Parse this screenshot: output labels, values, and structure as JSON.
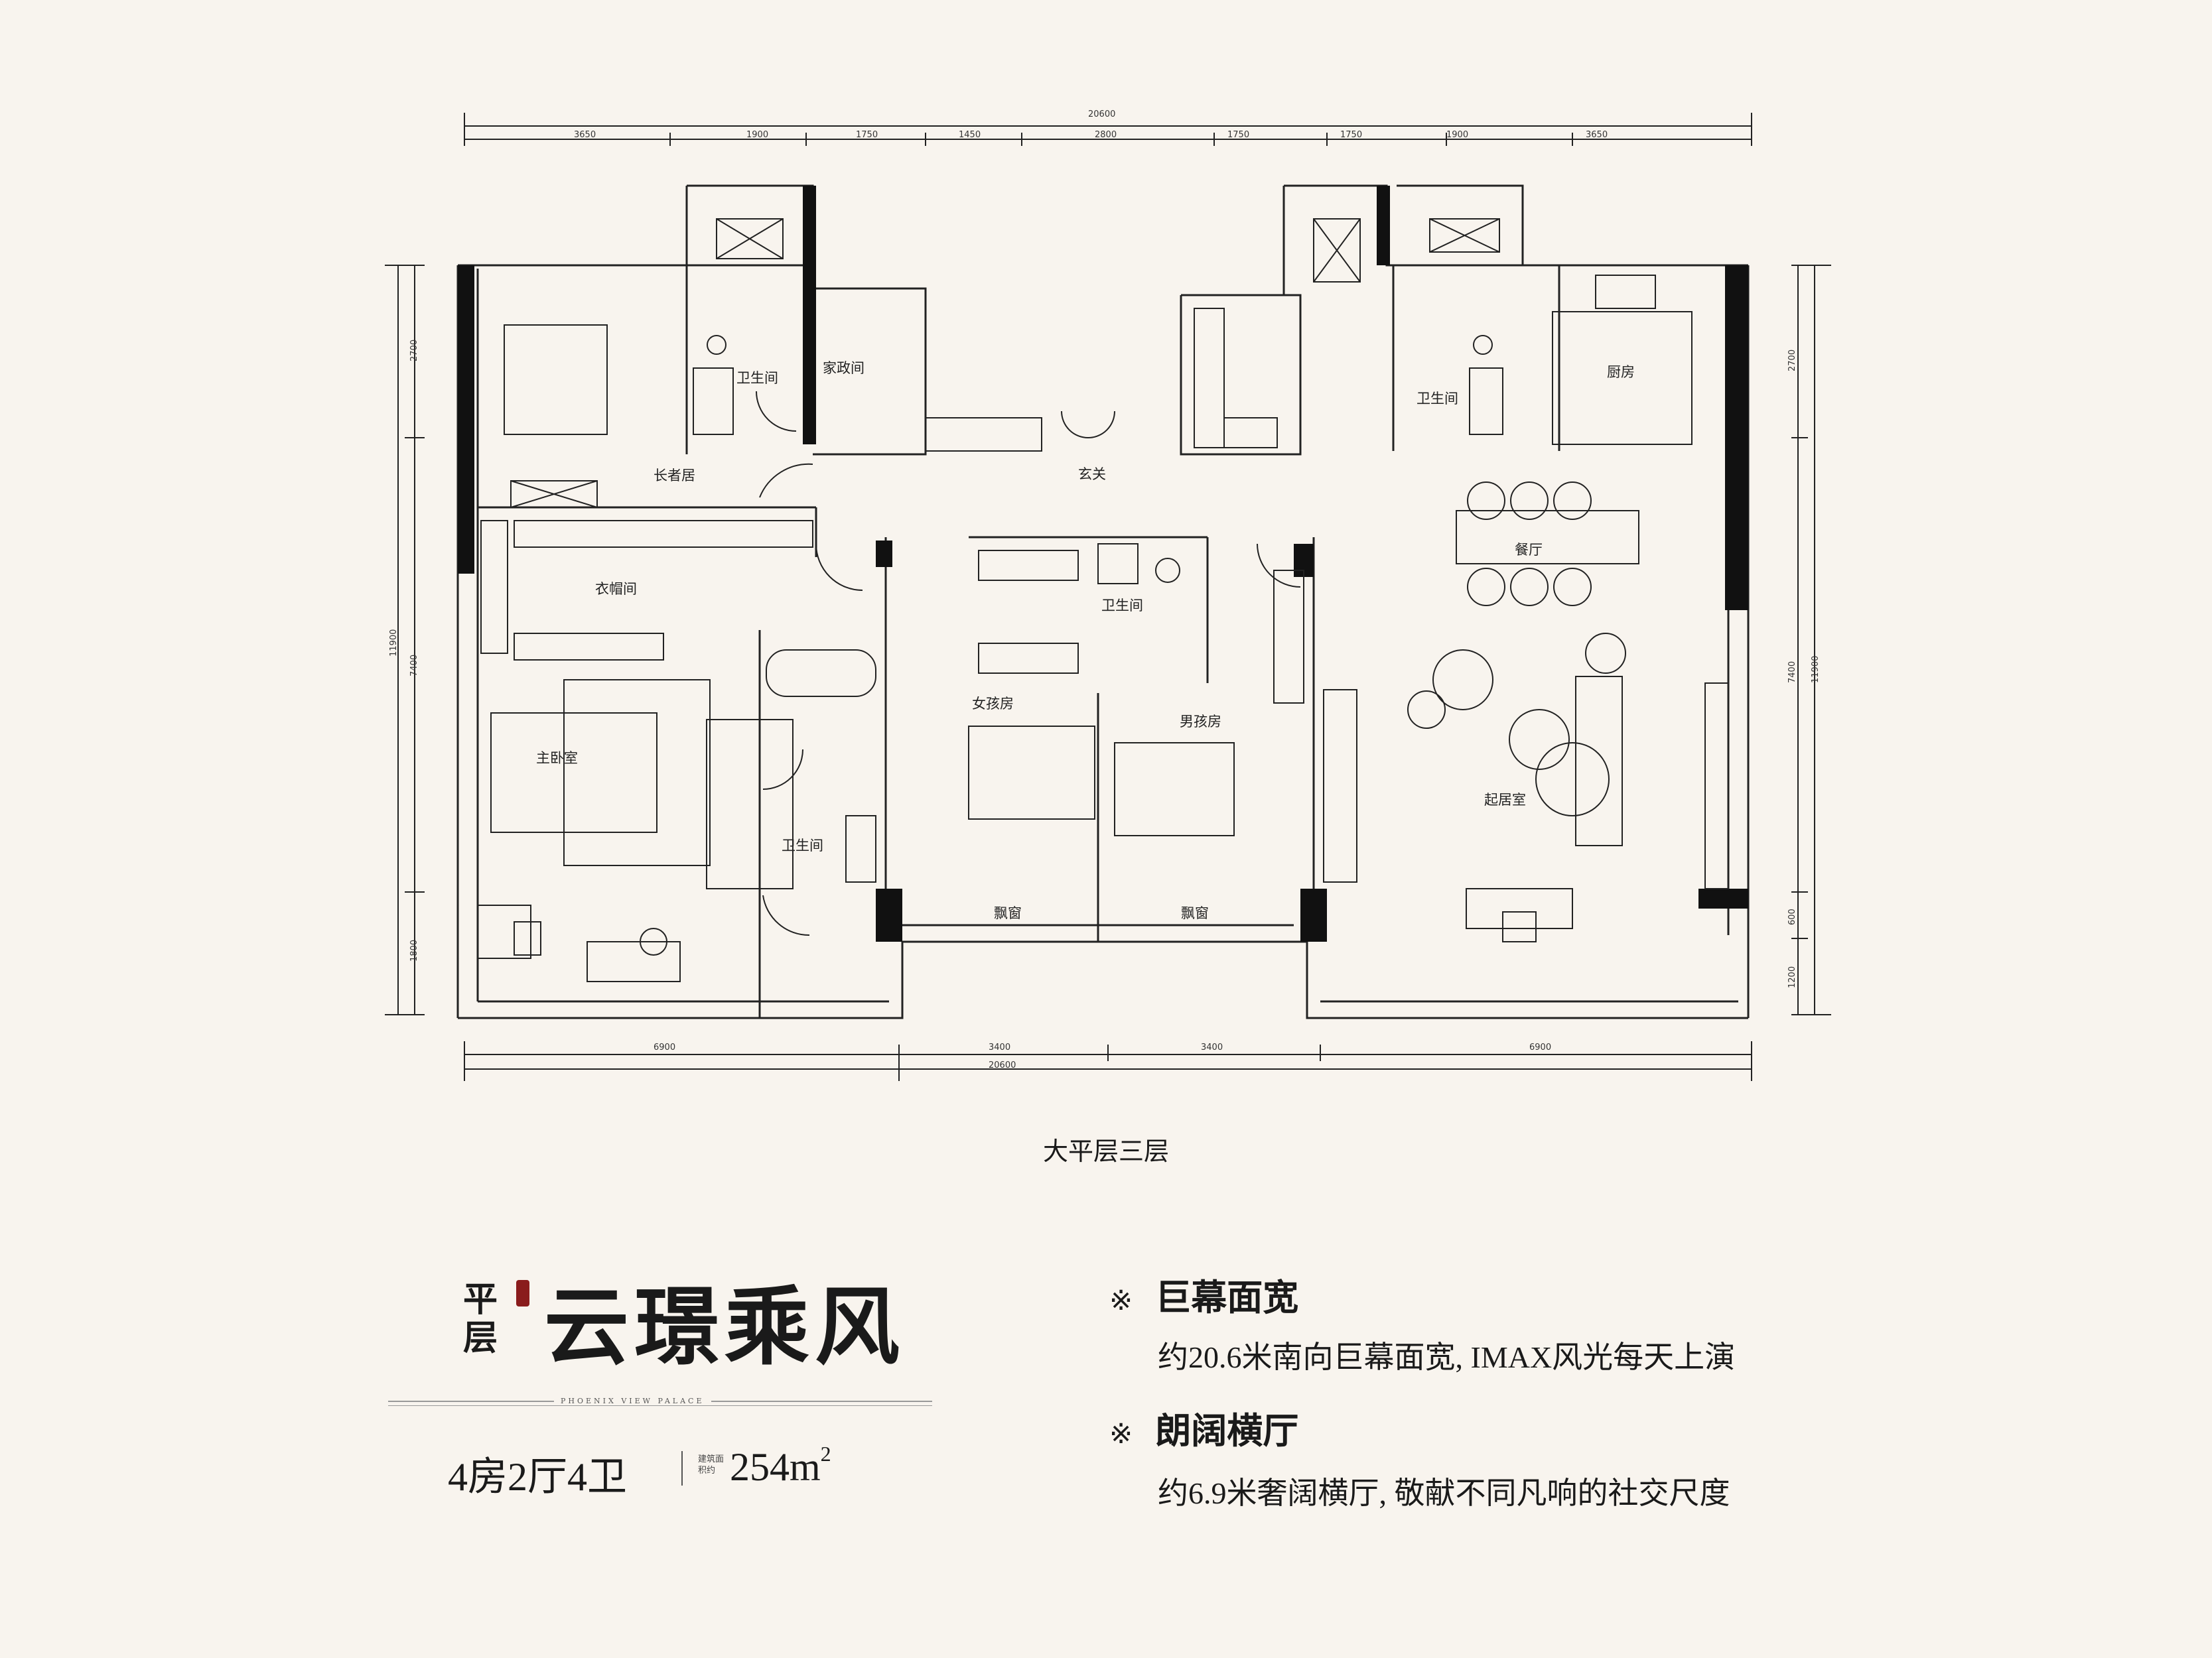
{
  "plan": {
    "caption": "大平层三层",
    "rooms": {
      "elder_bath": "卫生间",
      "housekeeping": "家政间",
      "elder_room": "长者居",
      "foyer": "玄关",
      "right_bath": "卫生间",
      "kitchen": "厨房",
      "dining": "餐厅",
      "closet": "衣帽间",
      "middle_bath": "卫生间",
      "girl_room": "女孩房",
      "boy_room": "男孩房",
      "master_bedroom": "主卧室",
      "master_bath": "卫生间",
      "living_room": "起居室",
      "bay_window_1": "飘窗",
      "bay_window_2": "飘窗"
    },
    "dims": {
      "top_total": "20600",
      "top_segments": [
        "3650",
        "1900",
        "1750",
        "1450",
        "2800",
        "1750",
        "1750",
        "1900",
        "3650"
      ],
      "bottom_segments": [
        "6900",
        "3400",
        "3400",
        "6900"
      ],
      "bottom_total": "20600",
      "left_total": "11900",
      "left_segments": [
        "2700",
        "7400",
        "1800"
      ],
      "right_total": "11900",
      "right_segments": [
        "2700",
        "7400",
        "600",
        "1200"
      ]
    }
  },
  "product": {
    "series": "平层",
    "name": "云璟乘风",
    "subtitle_en": "PHOENIX VIEW PALACE",
    "layout": "4房2厅4卫",
    "area_label": "建筑面积约",
    "area_value": "254m",
    "area_sup": "2"
  },
  "features": [
    {
      "mark": "※",
      "title": "巨幕面宽",
      "desc": "约20.6米南向巨幕面宽, IMAX风光每天上演"
    },
    {
      "mark": "※",
      "title": "朗阔横厅",
      "desc": "约6.9米奢阔横厅, 敬献不同凡响的社交尺度"
    }
  ]
}
